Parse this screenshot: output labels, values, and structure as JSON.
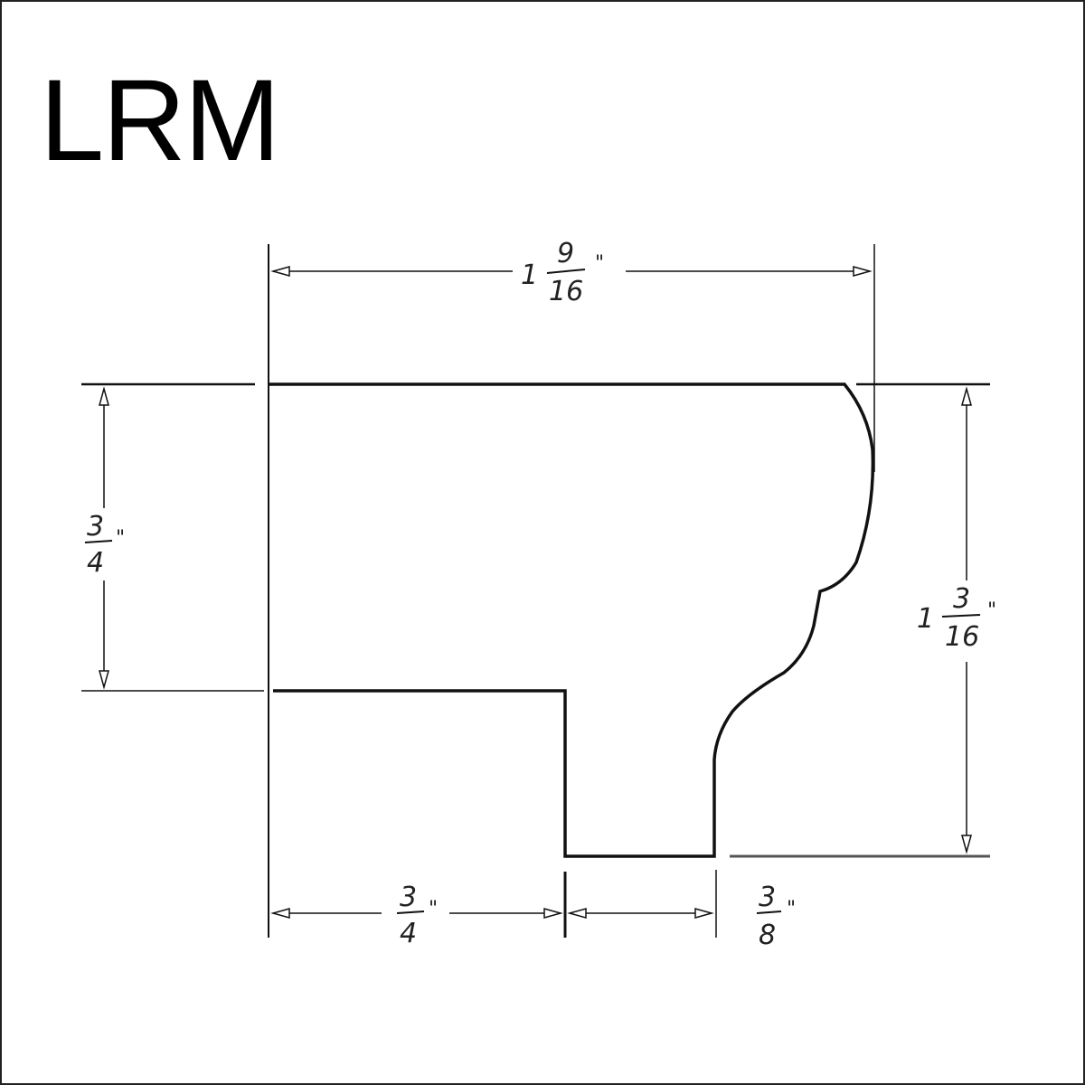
{
  "title": "LRM",
  "dimensions": {
    "overall_width": {
      "whole": "1",
      "num": "9",
      "den": "16",
      "unit": "\""
    },
    "left_height": {
      "num": "3",
      "den": "4",
      "unit": "\""
    },
    "right_height": {
      "whole": "1",
      "num": "3",
      "den": "16",
      "unit": "\""
    },
    "bottom_left_width": {
      "num": "3",
      "den": "4",
      "unit": "\""
    },
    "bottom_notch_width": {
      "num": "3",
      "den": "8",
      "unit": "\""
    }
  }
}
